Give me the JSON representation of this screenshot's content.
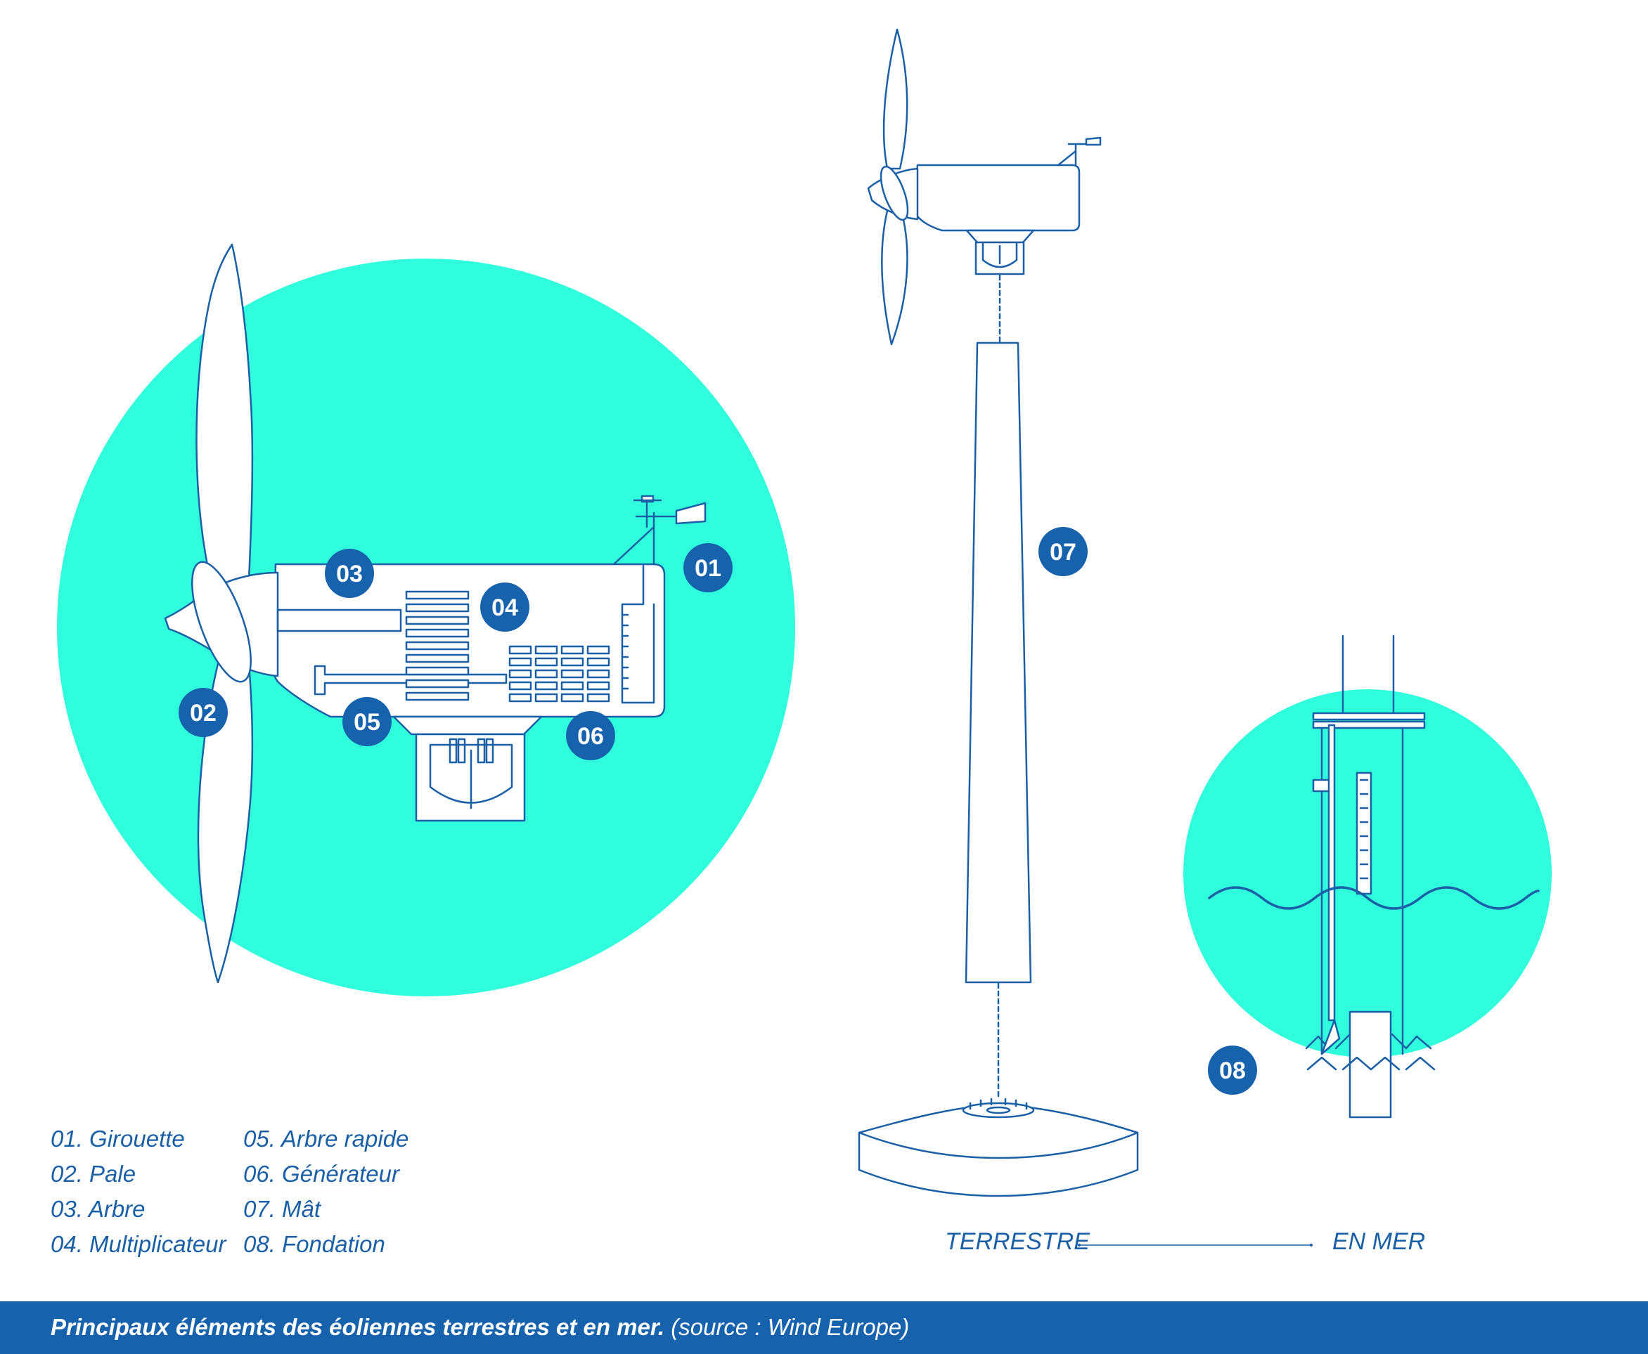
{
  "colors": {
    "accent_circle": "#2fffdc",
    "line": "#1b5fa6",
    "badge": "#1762ad",
    "footer_bg": "#1762ad"
  },
  "badges": {
    "b01": "01",
    "b02": "02",
    "b03": "03",
    "b04": "04",
    "b05": "05",
    "b06": "06",
    "b07": "07",
    "b08": "08"
  },
  "legend": {
    "col1": [
      "01. Girouette",
      "02. Pale",
      "03. Arbre",
      "04. Multiplicateur"
    ],
    "col2": [
      "05. Arbre rapide",
      "06. Générateur",
      "07. Mât",
      "08. Fondation"
    ]
  },
  "scale": {
    "left": "TERRESTRE",
    "right": "EN MER"
  },
  "footer": {
    "title": "Principaux éléments des éoliennes terrestres et en mer.",
    "source": "(source : Wind Europe)"
  }
}
